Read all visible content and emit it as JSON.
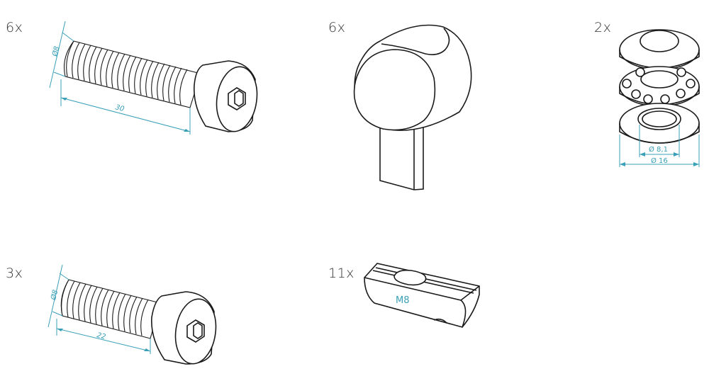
{
  "parts": [
    {
      "id": "bolt_long",
      "quantity": "6x",
      "dim_diameter": "Ø8",
      "dim_length": "30"
    },
    {
      "id": "hammer_head",
      "quantity": "6x"
    },
    {
      "id": "thrust_bearing",
      "quantity": "2x",
      "dim_inner": "Ø 8,1",
      "dim_outer": "Ø 16"
    },
    {
      "id": "bolt_short",
      "quantity": "3x",
      "dim_diameter": "Ø8",
      "dim_length": "22"
    },
    {
      "id": "slot_nut",
      "quantity": "11x",
      "label": "M8"
    }
  ],
  "colors": {
    "dimension": "#3aa0b8",
    "ink": "#1a1a1a"
  }
}
